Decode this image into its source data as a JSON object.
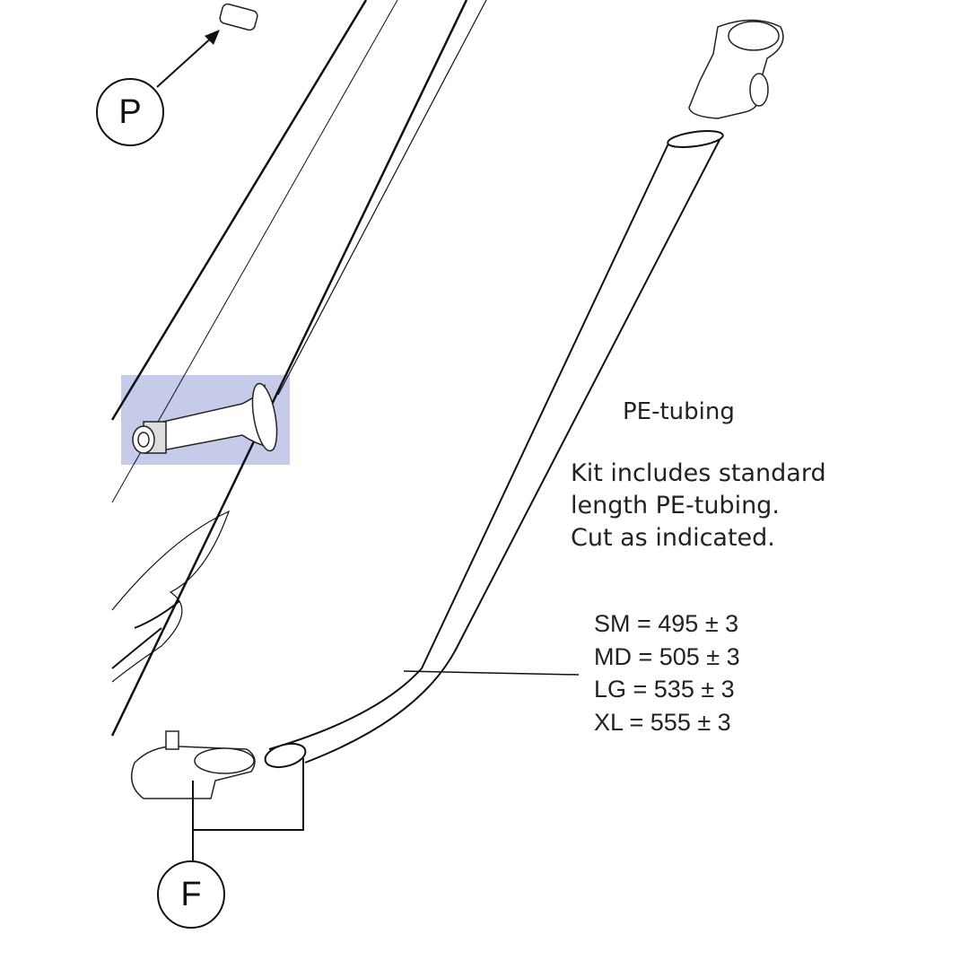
{
  "callouts": {
    "p": "P",
    "f": "F"
  },
  "tubing": {
    "title": "PE-tubing",
    "note_lines": [
      "Kit includes standard",
      "length PE-tubing.",
      "Cut as indicated."
    ]
  },
  "sizes": [
    {
      "label": "SM = 495 ± 3"
    },
    {
      "label": "MD = 505 ± 3"
    },
    {
      "label": "LG = 535 ± 3"
    },
    {
      "label": "XL = 555 ± 3"
    }
  ],
  "colors": {
    "highlight": "#c5cbe8",
    "line": "#111111"
  }
}
